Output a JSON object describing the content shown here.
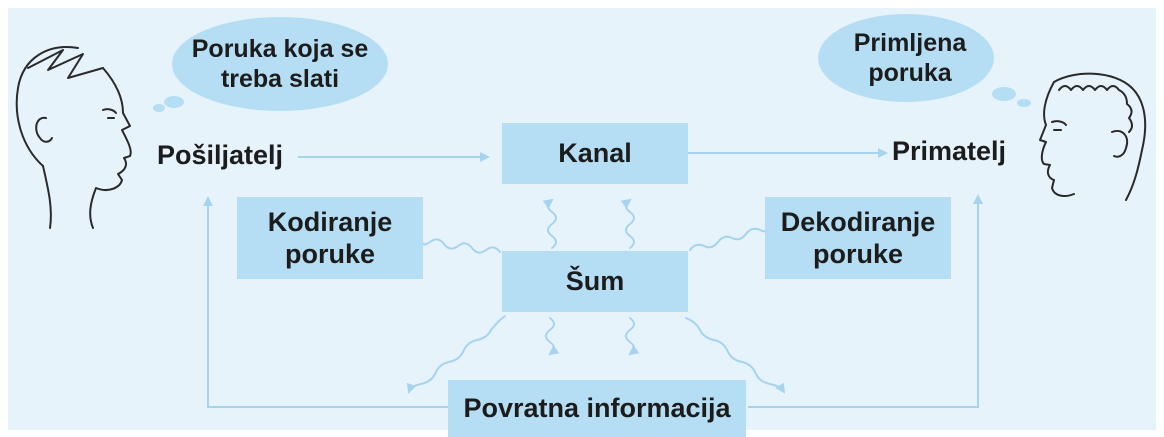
{
  "diagram": {
    "sender_bubble": "Poruka koja se treba slati",
    "receiver_bubble": "Primljena poruka",
    "sender": "Pošiljatelj",
    "receiver": "Primatelj",
    "channel": "Kanal",
    "encoding": "Kodiranje poruke",
    "decoding": "Dekodiranje poruke",
    "noise": "Šum",
    "feedback": "Povratna informacija"
  },
  "colors": {
    "background": "#e6f3fb",
    "box_fill": "#b5def4",
    "arrow": "#a6d4ee",
    "text": "#1c1c1c"
  }
}
